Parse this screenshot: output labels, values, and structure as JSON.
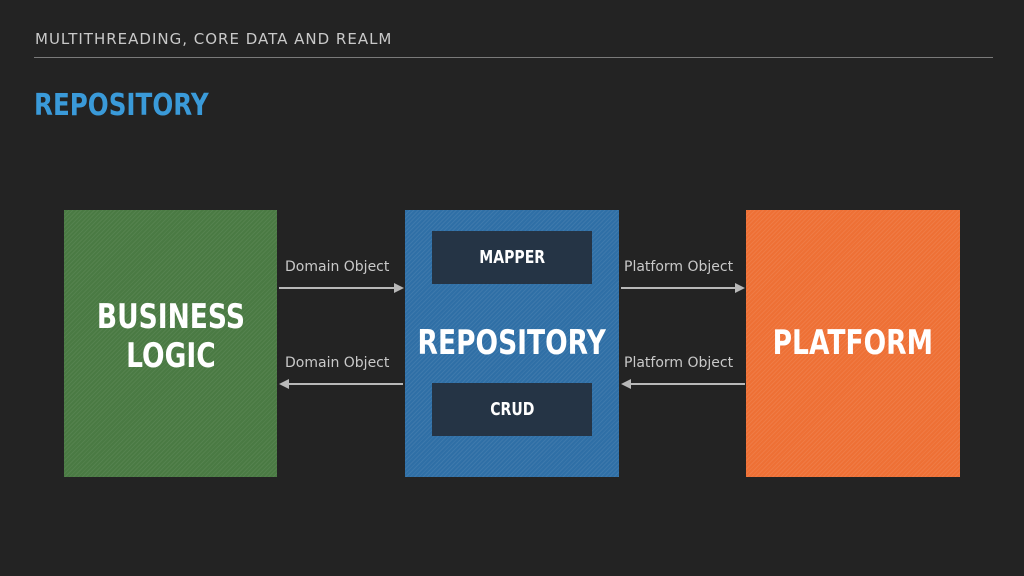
{
  "header": {
    "section_title": "MULTITHREADING, CORE DATA AND REALM",
    "slide_title": "REPOSITORY"
  },
  "diagram": {
    "boxes": {
      "business_logic": "BUSINESS\nLOGIC",
      "repository": "REPOSITORY",
      "platform": "PLATFORM",
      "mapper": "MAPPER",
      "crud": "CRUD"
    },
    "edges": {
      "business_to_repository": "Domain Object",
      "repository_to_business": "Domain Object",
      "repository_to_platform": "Platform Object",
      "platform_to_repository": "Platform Object"
    }
  },
  "colors": {
    "background": "#232323",
    "title_accent": "#3a9ad9",
    "business_logic": "#4a7a43",
    "repository": "#2f6fa6",
    "platform": "#ee7035",
    "inner_box": "#253445",
    "arrow": "#b8b8b8"
  }
}
